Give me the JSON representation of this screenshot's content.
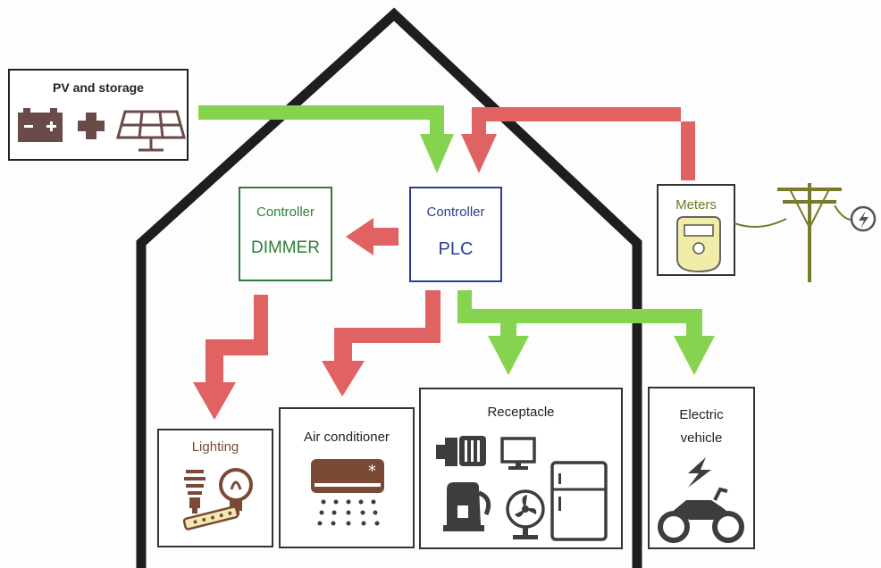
{
  "labels": {
    "pv_storage": "PV and storage",
    "controller_dimmer_line1": "Controller",
    "controller_dimmer_line2": "DIMMER",
    "controller_plc_line1": "Controller",
    "controller_plc_line2": "PLC",
    "meters": "Meters",
    "lighting": "Lighting",
    "air_conditioner": "Air conditioner",
    "receptacle": "Receptacle",
    "electric_vehicle_line1": "Electric",
    "electric_vehicle_line2": "vehicle"
  },
  "colors": {
    "green_arrow": "#86d34f",
    "red_arrow": "#e06262",
    "house_outline": "#1e1e1e",
    "dimmer_text": "#2f7d3a",
    "plc_text": "#2a3f8f",
    "meters_text": "#6f7a1e",
    "device_icon": "#3d3d3d",
    "brown_icon": "#7a4a37",
    "pole": "#7a7a2a"
  },
  "icons": [
    "battery-icon",
    "plus-icon",
    "solar-panel-icon",
    "utility-pole-icon",
    "lightning-circle-icon",
    "electric-meter-icon",
    "cfl-bulb-icon",
    "light-bulb-icon",
    "led-tube-icon",
    "air-conditioner-icon",
    "mixer-icon",
    "monitor-icon",
    "kettle-icon",
    "fan-icon",
    "refrigerator-icon",
    "lightning-icon",
    "motorcycle-icon"
  ]
}
